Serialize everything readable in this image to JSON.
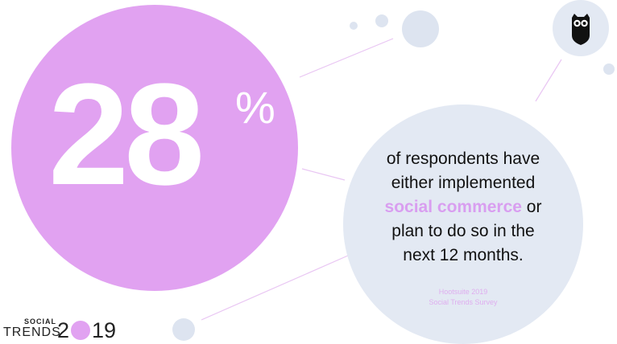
{
  "stat": {
    "number": "28",
    "symbol": "%"
  },
  "message": {
    "line1": "of respondents have",
    "line2": "either implemented",
    "highlight": "social commerce",
    "after_highlight": " or",
    "line4": "plan to do so in the",
    "line5": "next 12 months."
  },
  "source": {
    "line1": "Hootsuite 2019",
    "line2": "Social Trends Survey"
  },
  "brand": {
    "social": "SOCIAL",
    "trends": "TRENDS",
    "year_first": "2",
    "year_last": "19"
  },
  "colors": {
    "accent_purple": "#e1a2f1",
    "light_blue": "#e3e9f3",
    "owl": "#111111"
  },
  "icons": {
    "logo": "owl-logo-icon"
  }
}
